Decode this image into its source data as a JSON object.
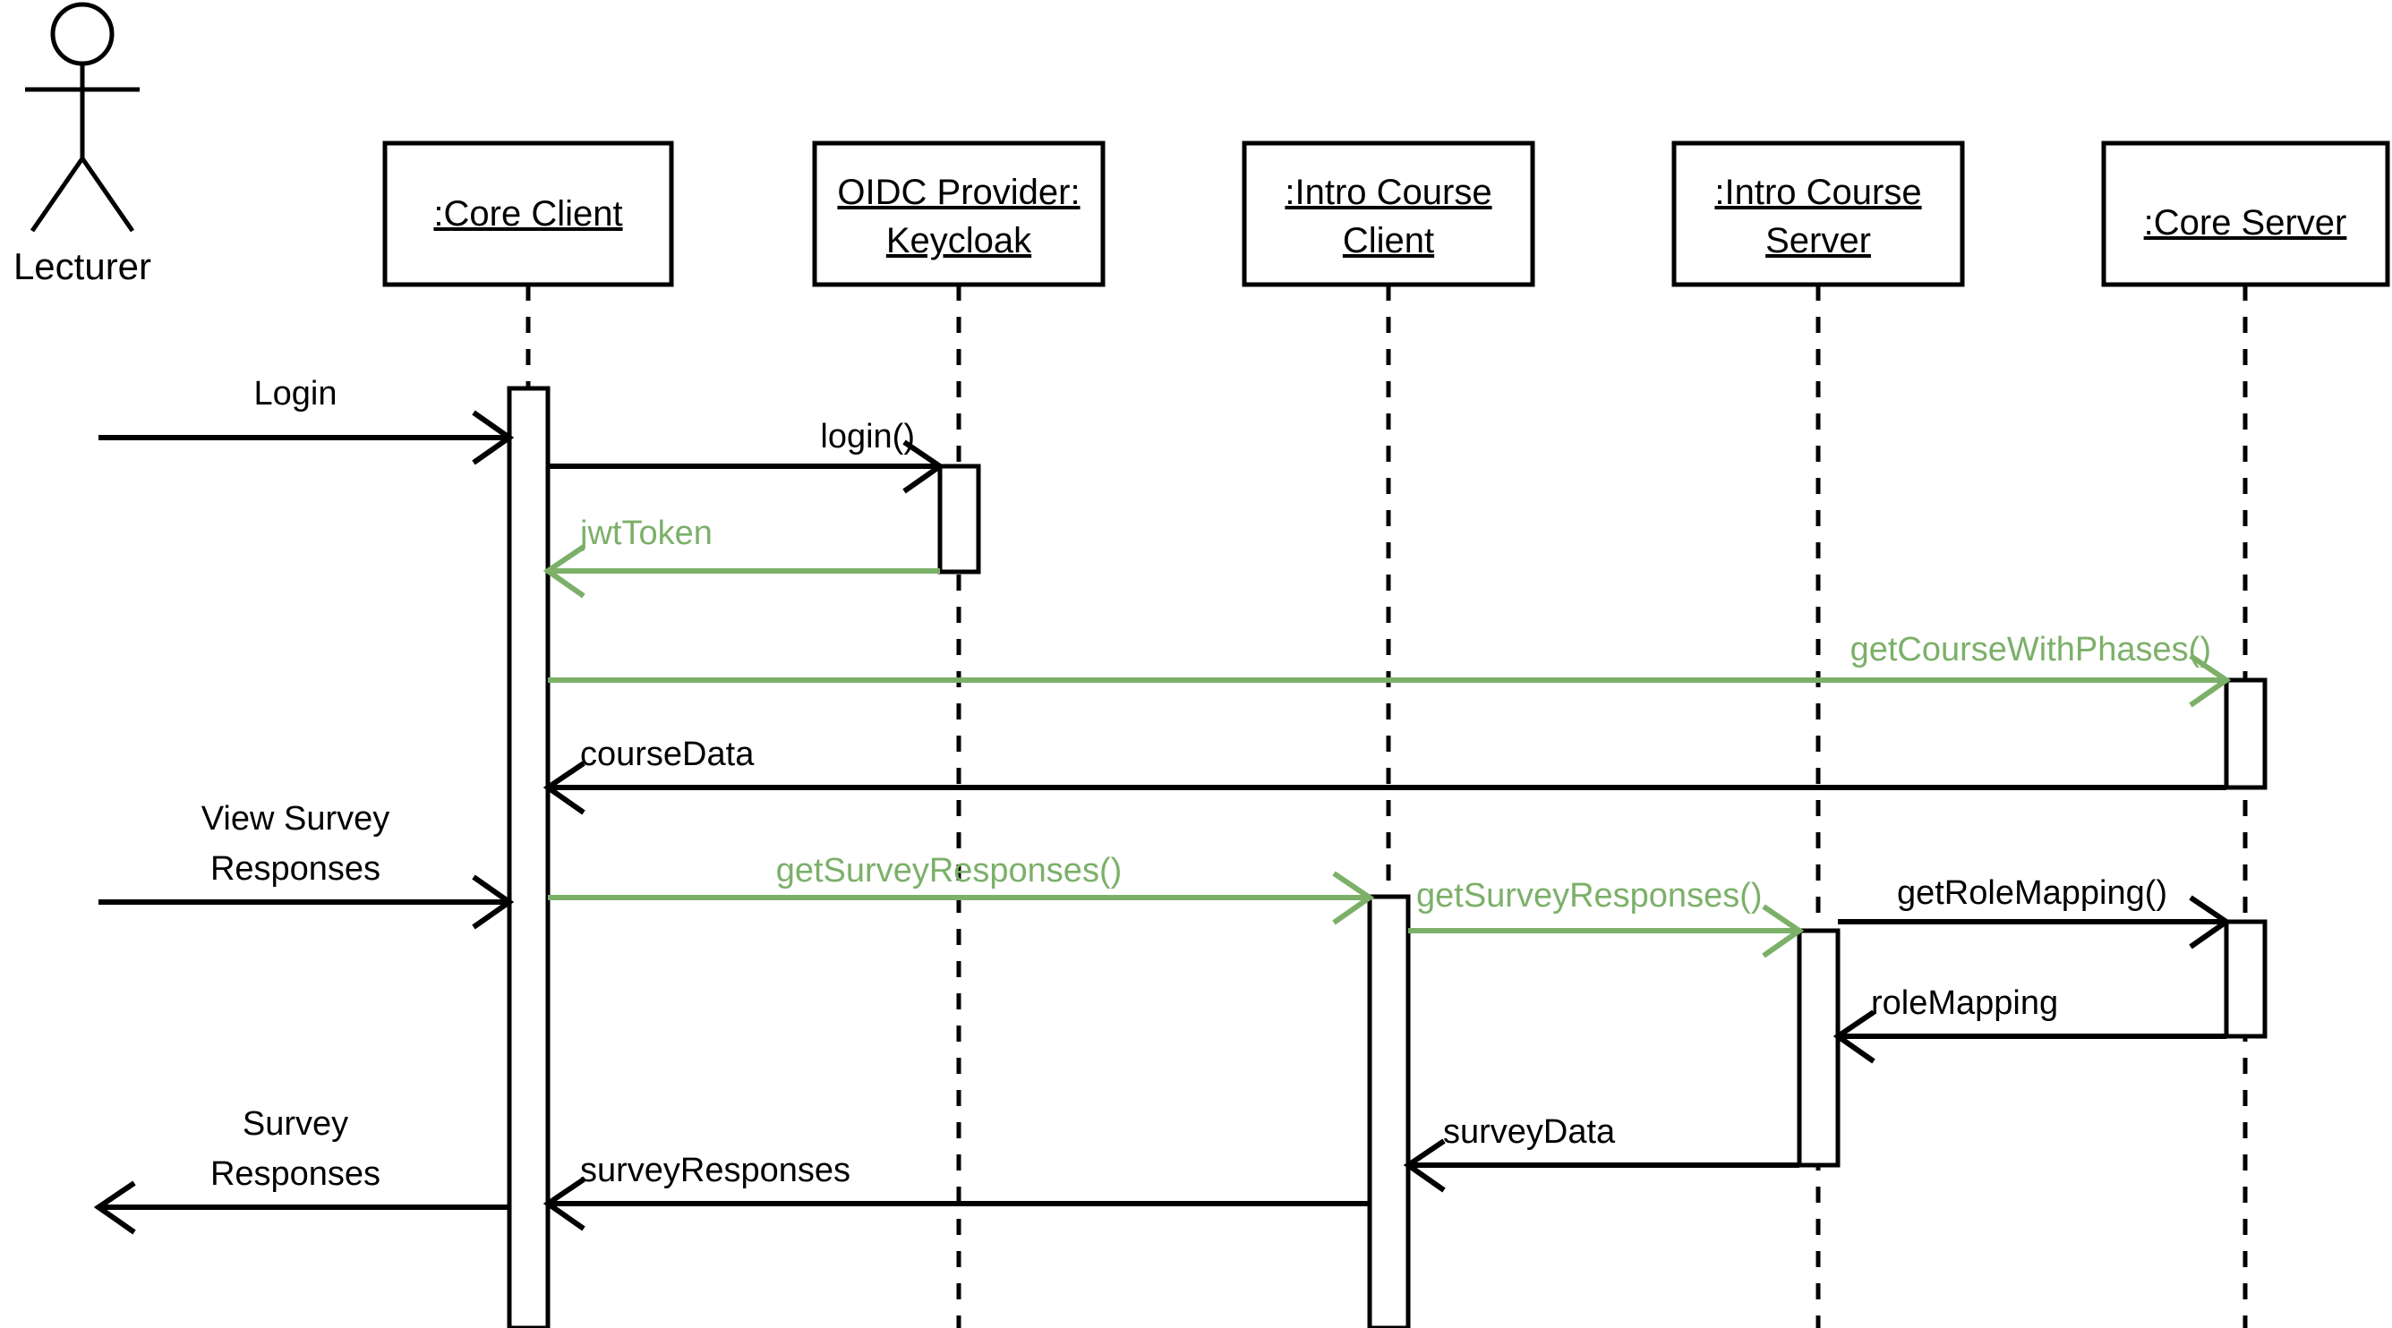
{
  "diagram": {
    "type": "uml-sequence-diagram",
    "title": "",
    "colors": {
      "background": "#ffffff",
      "line_black": "#000000",
      "line_green": "#7cb069",
      "text_black": "#000000",
      "text_green": "#7cb069"
    },
    "actor": {
      "name": "actor-lecturer",
      "label": "Lecturer"
    },
    "lifelines": [
      {
        "id": "core-client",
        "label": "Core Client",
        "display": ":Core Client",
        "lines": [
          ":Core Client"
        ]
      },
      {
        "id": "keycloak",
        "label": "Keycloak",
        "display": "OIDC Provider: Keycloak",
        "lines": [
          "OIDC Provider:",
          "Keycloak"
        ]
      },
      {
        "id": "intro-client",
        "label": "Intro Course Client",
        "display": ":Intro Course Client",
        "lines": [
          ":Intro Course",
          "Client"
        ]
      },
      {
        "id": "intro-server",
        "label": "Intro Course Server",
        "display": ":Intro Course Server",
        "lines": [
          ":Intro Course",
          "Server"
        ]
      },
      {
        "id": "core-server",
        "label": "Core Server",
        "display": ":Core Server",
        "lines": [
          ":Core Server"
        ]
      }
    ],
    "messages": [
      {
        "id": "m1",
        "label": "Login",
        "from": "actor-lecturer",
        "to": "core-client",
        "color": "black",
        "direction": "right",
        "lines": [
          "Login"
        ]
      },
      {
        "id": "m2",
        "label": "login()",
        "from": "core-client",
        "to": "keycloak",
        "color": "black",
        "direction": "right",
        "lines": [
          "login()"
        ]
      },
      {
        "id": "m3",
        "label": "jwtToken",
        "from": "keycloak",
        "to": "core-client",
        "color": "green",
        "direction": "left",
        "lines": [
          "jwtToken"
        ]
      },
      {
        "id": "m4",
        "label": "getCourseWithPhases()",
        "from": "core-client",
        "to": "core-server",
        "color": "green",
        "direction": "right",
        "lines": [
          "getCourseWithPhases()"
        ]
      },
      {
        "id": "m5",
        "label": "courseData",
        "from": "core-server",
        "to": "core-client",
        "color": "black",
        "direction": "left",
        "lines": [
          "courseData"
        ]
      },
      {
        "id": "m6",
        "label": "View Survey Responses",
        "from": "actor-lecturer",
        "to": "core-client",
        "color": "black",
        "direction": "right",
        "lines": [
          "View Survey",
          "Responses"
        ]
      },
      {
        "id": "m7",
        "label": "getSurveyResponses()",
        "from": "core-client",
        "to": "intro-client",
        "color": "green",
        "direction": "right",
        "lines": [
          "getSurveyResponses()"
        ]
      },
      {
        "id": "m8",
        "label": "getSurveyResponses()",
        "from": "intro-client",
        "to": "intro-server",
        "color": "green",
        "direction": "right",
        "lines": [
          "getSurveyResponses()"
        ]
      },
      {
        "id": "m9",
        "label": "getRoleMapping()",
        "from": "intro-server",
        "to": "core-server",
        "color": "black",
        "direction": "right",
        "lines": [
          "getRoleMapping()"
        ]
      },
      {
        "id": "m10",
        "label": "roleMapping",
        "from": "core-server",
        "to": "intro-server",
        "color": "black",
        "direction": "left",
        "lines": [
          "roleMapping"
        ]
      },
      {
        "id": "m11",
        "label": "surveyData",
        "from": "intro-server",
        "to": "intro-client",
        "color": "black",
        "direction": "left",
        "lines": [
          "surveyData"
        ]
      },
      {
        "id": "m12",
        "label": "surveyResponses",
        "from": "intro-client",
        "to": "core-client",
        "color": "black",
        "direction": "left",
        "lines": [
          "surveyResponses"
        ]
      },
      {
        "id": "m13",
        "label": "Survey Responses",
        "from": "core-client",
        "to": "actor-lecturer",
        "color": "black",
        "direction": "left",
        "lines": [
          "Survey",
          "Responses"
        ]
      }
    ],
    "labels": {
      "actor_lecturer": "Lecturer",
      "ll_core_client_1": ":Core Client",
      "ll_keycloak_1": "OIDC Provider:",
      "ll_keycloak_2": "Keycloak",
      "ll_intro_client_1": ":Intro Course",
      "ll_intro_client_2": "Client",
      "ll_intro_server_1": ":Intro Course",
      "ll_intro_server_2": "Server",
      "ll_core_server_1": ":Core Server",
      "m1_l1": "Login",
      "m2_l1": "login()",
      "m3_l1": "jwtToken",
      "m4_l1": "getCourseWithPhases()",
      "m5_l1": "courseData",
      "m6_l1": "View Survey",
      "m6_l2": "Responses",
      "m7_l1": "getSurveyResponses()",
      "m8_l1": "getSurveyResponses()",
      "m9_l1": "getRoleMapping()",
      "m10_l1": "roleMapping",
      "m11_l1": "surveyData",
      "m12_l1": "surveyResponses",
      "m13_l1": "Survey",
      "m13_l2": "Responses"
    }
  }
}
